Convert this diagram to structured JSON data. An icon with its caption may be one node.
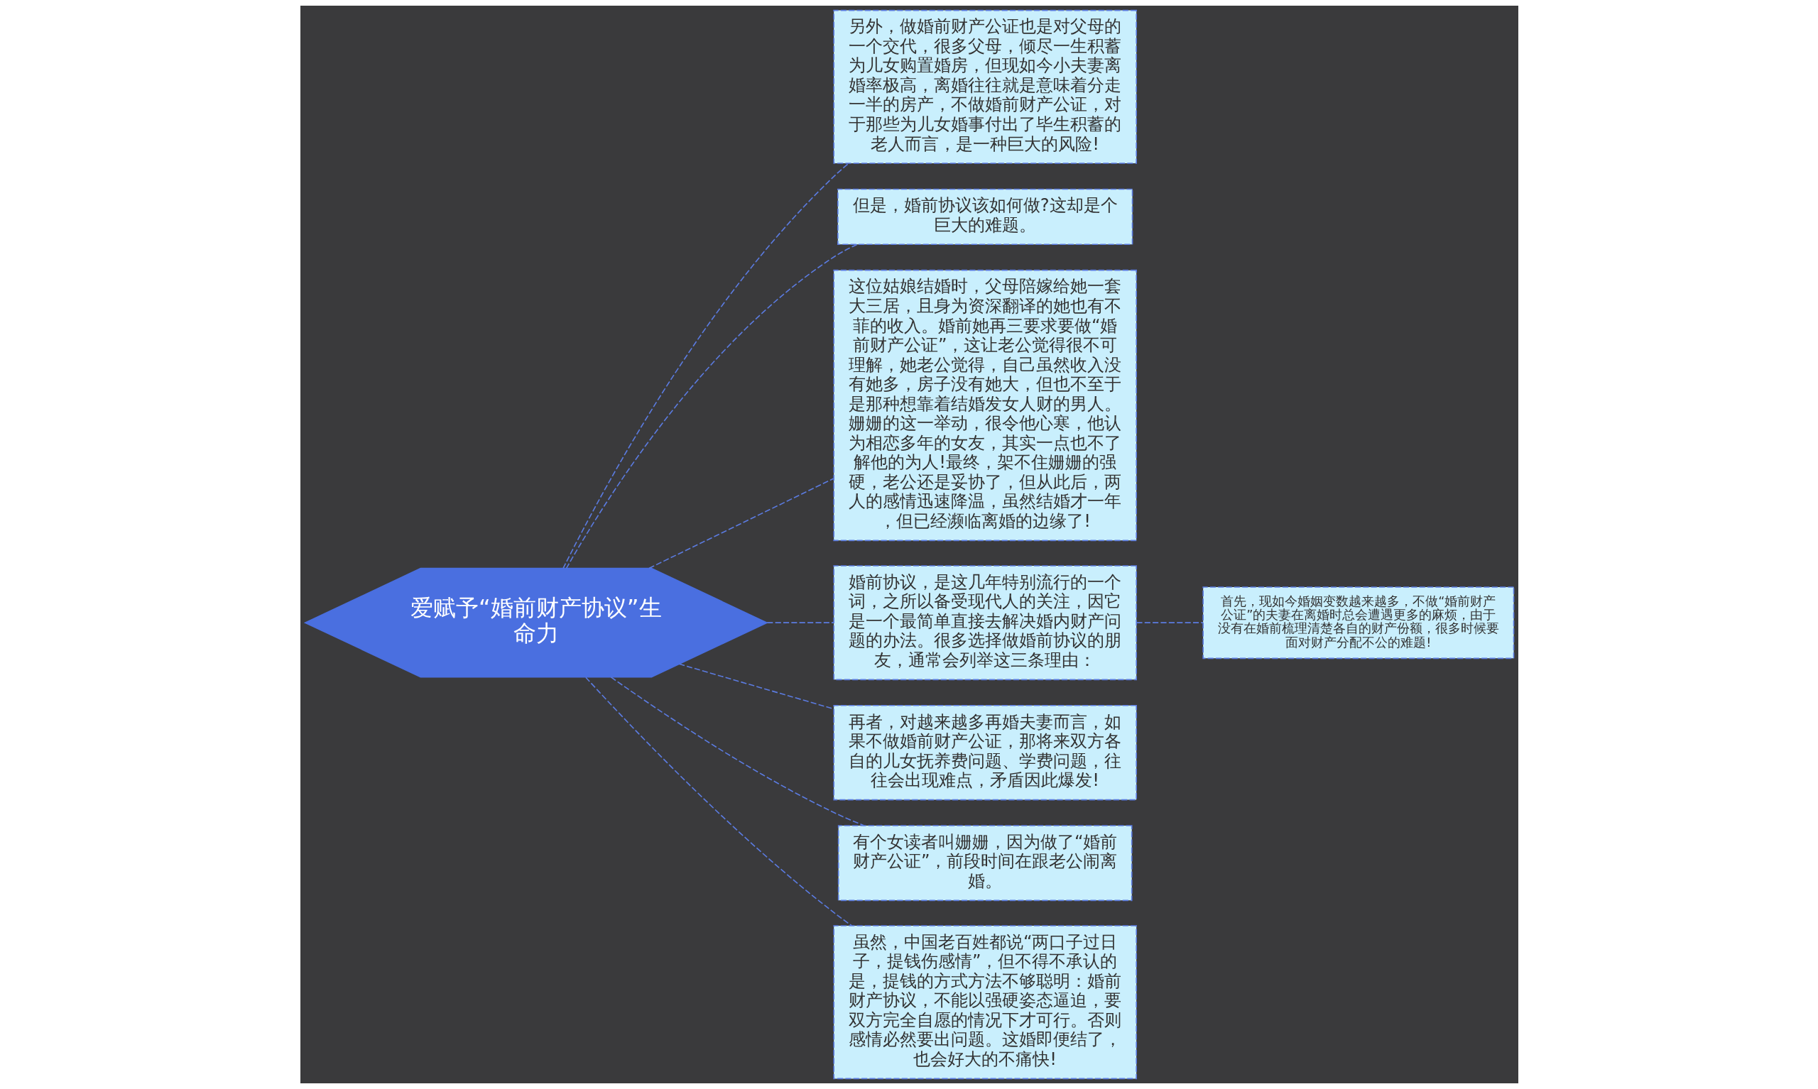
{
  "diagram": {
    "nodes": [
      {
        "text": [
          "爱赋予“婚前财产协议”生命力"
        ]
      },
      {
        "text": [
          "另外，做婚前财产公证也是对父母的一个交代，很多父母，倾尽一生积蓄为儿女购置婚房，但现如今小夫妻离婚率极高，离婚往往就是意味着分走一半的房产，不做婚前财产公证，对于那些为儿女婚事付出了毕生积蓄的老人而言，是一种巨大的风险!"
        ]
      },
      {
        "text": [
          "但是，婚前协议该如何做?这却是个巨大的难题。"
        ]
      },
      {
        "text": [
          "这位姑娘结婚时，父母陪嫁给她一套大三居，且身为资深翻译的她也有不菲的收入。婚前她再三要求要做“婚前财产公证”，这让老公觉得很不可理解，她老公觉得，自己虽然收入没有她多，房子没有她大，但也不至于是那种想靠着结婚发女人财的男人。姗姗的这一举动，很令他心寒，他认为相恋多年的女友，其实一点也不了解他的为人!最终，架不住姗姗的强硬，老公还是妥协了，但从此后，两人的感情迅速降温，虽然结婚才一年，但已经濒临离婚的边缘了!"
        ]
      },
      {
        "text": [
          "婚前协议，是这几年特别流行的一个词，之所以备受现代人的关注，因它是一个最简单直接去解决婚内财产问题的办法。很多选择做婚前协议的朋友，通常会列举这三条理由："
        ]
      },
      {
        "text": [
          "首先，现如今婚姻变数越来越多，不做“婚前财产公证”的夫妻在离婚时总会遭遇更多的麻烦，由于没有在婚前梳理清楚各自的财产份额，很多时候要面对财产分配不公的难题!"
        ]
      },
      {
        "text": [
          "再者，对越来越多再婚夫妻而言，如果不做婚前财产公证，那将来双方各自的儿女抚养费问题、学费问题，往往会出现难点，矛盾因此爆发!"
        ]
      },
      {
        "text": [
          "有个女读者叫姗姗，因为做了“婚前财产公证”，前段时间在跟老公闹离婚。"
        ]
      },
      {
        "text": [
          "虽然，中国老百姓都说“两口子过日子，提钱伤感情”，但不得不承认的是，提钱的方式方法不够聪明：婚前财产协议，不能以强硬姿态逼迫，要双方完全自愿的情况下才可行。否则感情必然要出问题。这婚即便结了，也会好大的不痛快!"
        ]
      }
    ],
    "edges": [
      {
        "from": 0,
        "to": 1,
        "arrow": "none",
        "style": "dashed"
      },
      {
        "from": 0,
        "to": 2,
        "arrow": "none",
        "style": "dashed"
      },
      {
        "from": 0,
        "to": 3,
        "arrow": "none",
        "style": "dashed"
      },
      {
        "from": 0,
        "to": 4,
        "arrow": "none",
        "style": "dashed"
      },
      {
        "from": 4,
        "to": 5,
        "arrow": "none",
        "style": "dashed"
      },
      {
        "from": 0,
        "to": 6,
        "arrow": "none",
        "style": "dashed"
      },
      {
        "from": 0,
        "to": 7,
        "arrow": "none",
        "style": "dashed"
      },
      {
        "from": 0,
        "to": 8,
        "arrow": "none",
        "style": "dashed"
      }
    ]
  }
}
